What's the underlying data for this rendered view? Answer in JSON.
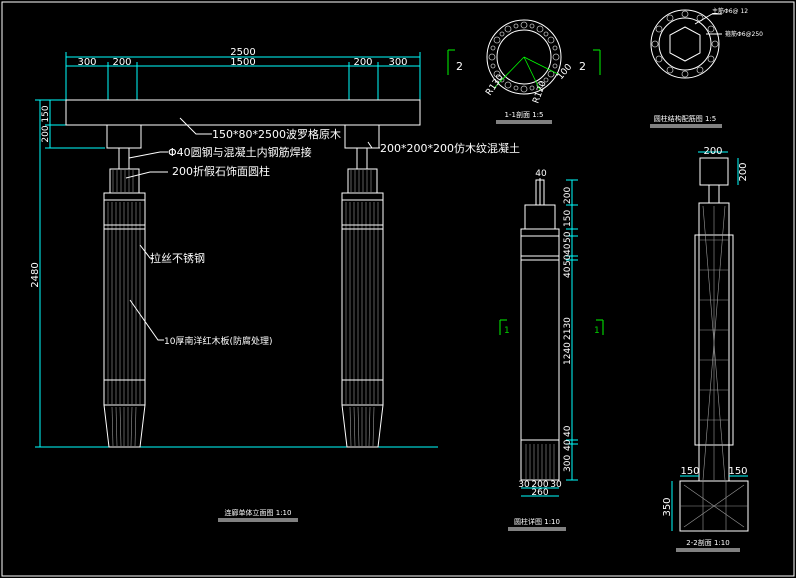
{
  "elevation": {
    "dim_total": "2500",
    "dim_segments": [
      "300",
      "200",
      "1500",
      "200",
      "300"
    ],
    "dim_left_top": "200 150",
    "dim_left_height": "2480",
    "callouts": {
      "beam": "150*80*2500波罗格原木",
      "steel": "Φ40圆钢与混凝土内钢筋焊接",
      "concrete_block": "200*200*200仿木纹混凝土",
      "column": "200折假石饰面圆柱",
      "stainless": "拉丝不锈钢",
      "wood": "10厚南洋红木板(防腐处理)"
    },
    "title": "连廊单体立面图 1:10"
  },
  "section11": {
    "labels": [
      "2",
      "2"
    ],
    "radii": [
      "R130",
      "R120",
      "100"
    ],
    "title": "1-1剖面 1:5"
  },
  "structure_section": {
    "note1": "主筋Φ6@ 12",
    "note2": "箍筋Φ6@250",
    "title": "圆柱结构配筋图 1:5"
  },
  "column_detail": {
    "top_dim": "40",
    "right_dims": [
      "200",
      "150",
      "50",
      "40",
      "50",
      "40",
      "2130",
      "1240",
      "40",
      "40",
      "300"
    ],
    "bottom_dims": [
      "30",
      "200",
      "30"
    ],
    "bottom_total": "260",
    "section_marks": [
      "1",
      "1"
    ],
    "title": "圆柱详图 1:10"
  },
  "section22": {
    "top_dim": "200",
    "right_dim": "200",
    "base_dims": [
      "150",
      "150"
    ],
    "base_height": "350",
    "title": "2-2剖面 1:10"
  },
  "colors": {
    "background": "#000000",
    "dimension": "#00ffff",
    "outline": "#ffffff",
    "section_mark": "#00d000"
  }
}
